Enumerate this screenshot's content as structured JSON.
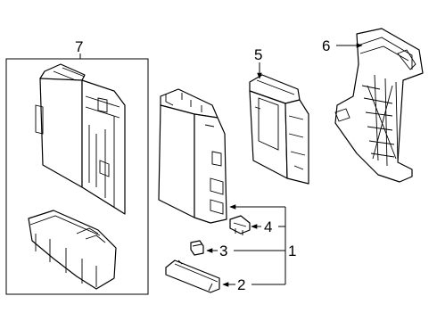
{
  "diagram": {
    "callouts": {
      "c1": "1",
      "c2": "2",
      "c3": "3",
      "c4": "4",
      "c5": "5",
      "c6": "6",
      "c7": "7"
    }
  }
}
